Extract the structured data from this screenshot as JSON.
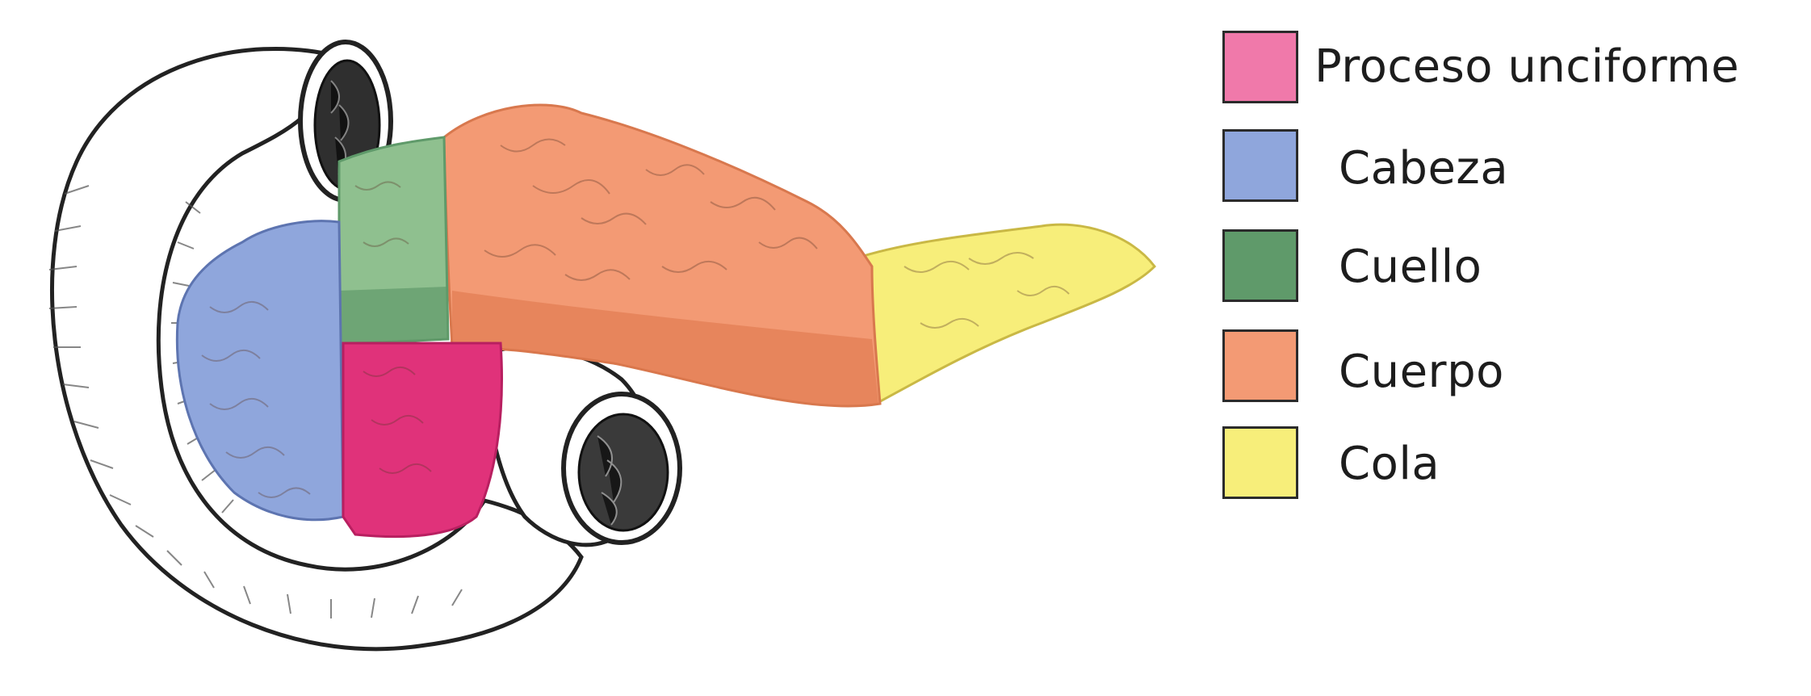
{
  "legend": {
    "items": [
      {
        "label": "Proceso unciforme",
        "color": "#f079aa",
        "region": "uncinate"
      },
      {
        "label": "Cabeza",
        "color": "#8fa6dc",
        "region": "head"
      },
      {
        "label": "Cuello",
        "color": "#5f9a6a",
        "region": "neck"
      },
      {
        "label": "Cuerpo",
        "color": "#f39a74",
        "region": "body"
      },
      {
        "label": "Cola",
        "color": "#f7ee7a",
        "region": "tail"
      }
    ]
  },
  "colors": {
    "outline": "#222222",
    "duodenum": "#ffffff",
    "pink_dark": "#e0327a",
    "orange_dark": "#dd7448"
  }
}
